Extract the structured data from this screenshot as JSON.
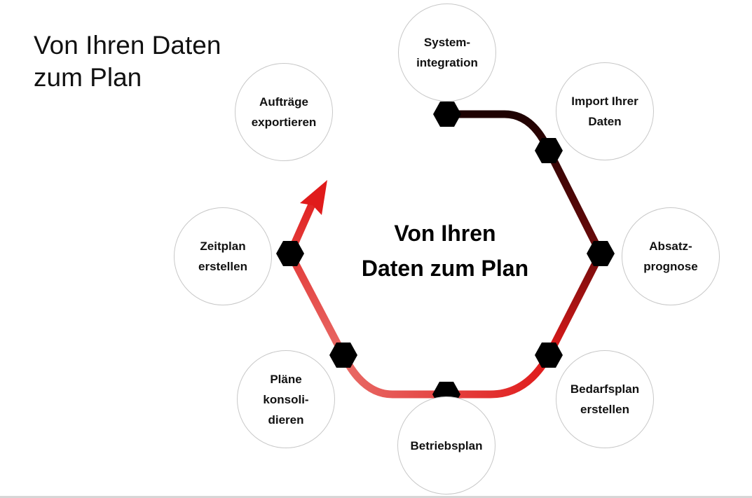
{
  "title": "Von Ihren Daten zum Plan",
  "title_lines": [
    "Von Ihren Daten",
    "zum Plan"
  ],
  "center_lines": [
    "Von Ihren",
    "Daten zum Plan"
  ],
  "steps": [
    {
      "lines": [
        "System-",
        "integration"
      ]
    },
    {
      "lines": [
        "Import Ihrer",
        "Daten"
      ]
    },
    {
      "lines": [
        "Absatz-",
        "prognose"
      ]
    },
    {
      "lines": [
        "Bedarfsplan",
        "erstellen"
      ]
    },
    {
      "lines": [
        "Betriebsplan"
      ]
    },
    {
      "lines": [
        "Pläne",
        "konsoli-",
        "dieren"
      ]
    },
    {
      "lines": [
        "Zeitplan",
        "erstellen"
      ]
    },
    {
      "lines": [
        "Aufträge",
        "exportieren"
      ]
    }
  ],
  "colors": {
    "path_dark": "#1e0202",
    "path_red": "#e01b1b",
    "path_light": "#e86a66",
    "node": "#000000"
  }
}
